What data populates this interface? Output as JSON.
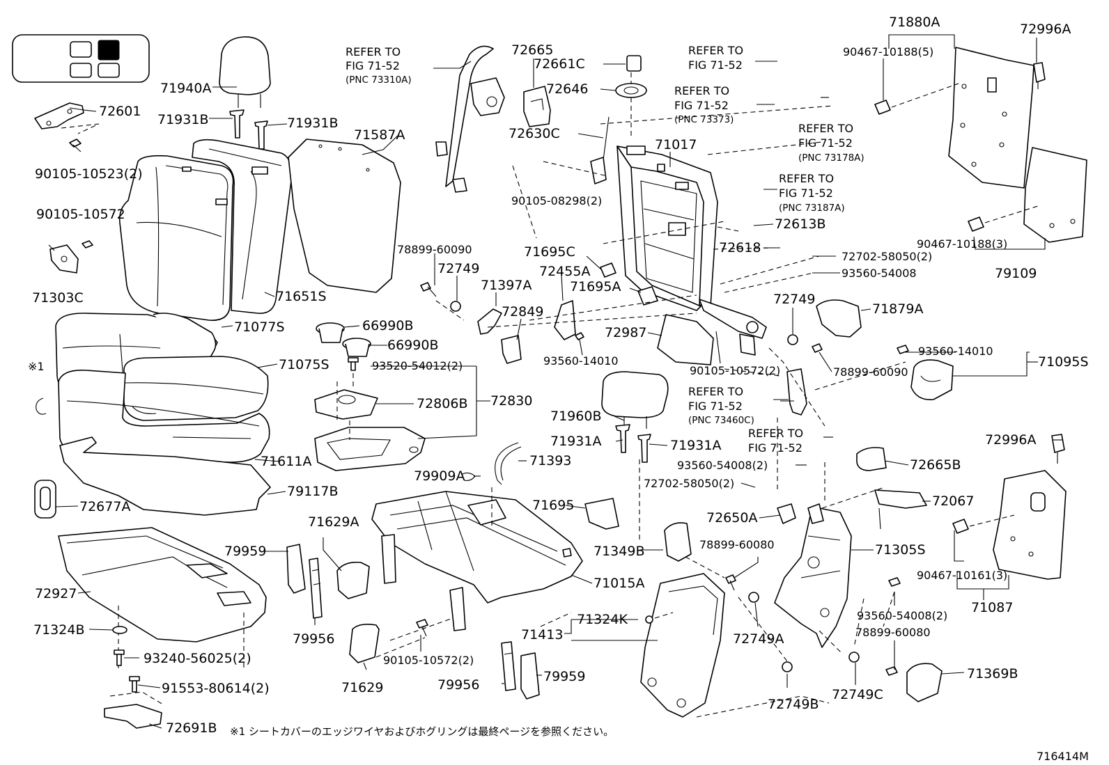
{
  "diagram_code": "716414M",
  "footnote": "※1 シートカバーのエッジワイヤおよびホグリングは最終ページを参照ください。",
  "note_mark": "※1",
  "labels": [
    {
      "id": "71940A",
      "text": "71940A"
    },
    {
      "id": "72601",
      "text": "72601"
    },
    {
      "id": "71931B-l",
      "text": "71931B"
    },
    {
      "id": "71931B-r",
      "text": "71931B"
    },
    {
      "id": "90105-10523",
      "text": "90105-10523(2)"
    },
    {
      "id": "71587A",
      "text": "71587A"
    },
    {
      "id": "90105-10572-a",
      "text": "90105-10572"
    },
    {
      "id": "71303C",
      "text": "71303C"
    },
    {
      "id": "71651S",
      "text": "71651S"
    },
    {
      "id": "71077S",
      "text": "71077S"
    },
    {
      "id": "71075S",
      "text": "71075S"
    },
    {
      "id": "71611A",
      "text": "71611A"
    },
    {
      "id": "79117B",
      "text": "79117B"
    },
    {
      "id": "72677A",
      "text": "72677A"
    },
    {
      "id": "72927",
      "text": "72927"
    },
    {
      "id": "71324B",
      "text": "71324B"
    },
    {
      "id": "93240-56025",
      "text": "93240-56025(2)"
    },
    {
      "id": "91553-80614",
      "text": "91553-80614(2)"
    },
    {
      "id": "72691B",
      "text": "72691B"
    },
    {
      "id": "72665",
      "text": "72665"
    },
    {
      "id": "72661C",
      "text": "72661C"
    },
    {
      "id": "72646",
      "text": "72646"
    },
    {
      "id": "72630C",
      "text": "72630C"
    },
    {
      "id": "90105-08298",
      "text": "90105-08298(2)"
    },
    {
      "id": "71017",
      "text": "71017"
    },
    {
      "id": "72613B",
      "text": "72613B"
    },
    {
      "id": "72618",
      "text": "72618"
    },
    {
      "id": "72702-58050-a",
      "text": "72702-58050(2)"
    },
    {
      "id": "93560-54008-a",
      "text": "93560-54008"
    },
    {
      "id": "71880A",
      "text": "71880A"
    },
    {
      "id": "90467-10188-5",
      "text": "90467-10188(5)"
    },
    {
      "id": "72996A-t",
      "text": "72996A"
    },
    {
      "id": "90467-10188-3",
      "text": "90467-10188(3)"
    },
    {
      "id": "79109",
      "text": "79109"
    },
    {
      "id": "78899-60090-a",
      "text": "78899-60090"
    },
    {
      "id": "72749",
      "text": "72749"
    },
    {
      "id": "71397A",
      "text": "71397A"
    },
    {
      "id": "72849",
      "text": "72849"
    },
    {
      "id": "72455A",
      "text": "72455A"
    },
    {
      "id": "71695C",
      "text": "71695C"
    },
    {
      "id": "71695A",
      "text": "71695A"
    },
    {
      "id": "72987",
      "text": "72987"
    },
    {
      "id": "93560-14010-a",
      "text": "93560-14010"
    },
    {
      "id": "66990B-a",
      "text": "66990B"
    },
    {
      "id": "66990B-b",
      "text": "66990B"
    },
    {
      "id": "93520-54012",
      "text": "93520-54012(2)"
    },
    {
      "id": "72830",
      "text": "72830"
    },
    {
      "id": "72806B",
      "text": "72806B"
    },
    {
      "id": "72749-b",
      "text": "72749"
    },
    {
      "id": "71879A",
      "text": "71879A"
    },
    {
      "id": "90105-10572-b",
      "text": "90105-10572(2)"
    },
    {
      "id": "78899-60090-b",
      "text": "78899-60090"
    },
    {
      "id": "93560-14010-b",
      "text": "93560-14010"
    },
    {
      "id": "71095S",
      "text": "71095S"
    },
    {
      "id": "71960B",
      "text": "71960B"
    },
    {
      "id": "71931A-l",
      "text": "71931A"
    },
    {
      "id": "71931A-r",
      "text": "71931A"
    },
    {
      "id": "71393",
      "text": "71393"
    },
    {
      "id": "79909A",
      "text": "79909A"
    },
    {
      "id": "93560-54008-b",
      "text": "93560-54008(2)"
    },
    {
      "id": "72702-58050-b",
      "text": "72702-58050(2)"
    },
    {
      "id": "72665B",
      "text": "72665B"
    },
    {
      "id": "72067",
      "text": "72067"
    },
    {
      "id": "72996A-b",
      "text": "72996A"
    },
    {
      "id": "71695",
      "text": "71695"
    },
    {
      "id": "72650A",
      "text": "72650A"
    },
    {
      "id": "71629A",
      "text": "71629A"
    },
    {
      "id": "79959-a",
      "text": "79959"
    },
    {
      "id": "79956-a",
      "text": "79956"
    },
    {
      "id": "71015A",
      "text": "71015A"
    },
    {
      "id": "71349B",
      "text": "71349B"
    },
    {
      "id": "78899-60080-a",
      "text": "78899-60080"
    },
    {
      "id": "71305S",
      "text": "71305S"
    },
    {
      "id": "90467-10161",
      "text": "90467-10161(3)"
    },
    {
      "id": "71087",
      "text": "71087"
    },
    {
      "id": "71324K",
      "text": "71324K"
    },
    {
      "id": "71413",
      "text": "71413"
    },
    {
      "id": "72749A",
      "text": "72749A"
    },
    {
      "id": "93560-54008-c",
      "text": "93560-54008(2)"
    },
    {
      "id": "90105-10572-c",
      "text": "90105-10572(2)"
    },
    {
      "id": "71629",
      "text": "71629"
    },
    {
      "id": "79956-b",
      "text": "79956"
    },
    {
      "id": "79959-b",
      "text": "79959"
    },
    {
      "id": "72749B",
      "text": "72749B"
    },
    {
      "id": "72749C",
      "text": "72749C"
    },
    {
      "id": "78899-60080-b",
      "text": "78899-60080"
    },
    {
      "id": "71369B",
      "text": "71369B"
    }
  ],
  "references": [
    {
      "id": "ref-73310A",
      "line1": "REFER TO",
      "line2": "FIG 71-52",
      "line3": "(PNC 73310A)"
    },
    {
      "id": "ref-top",
      "line1": "REFER TO",
      "line2": "FIG 71-52",
      "line3": ""
    },
    {
      "id": "ref-73373",
      "line1": "REFER TO",
      "line2": "FIG 71-52",
      "line3": "(PNC 73373)"
    },
    {
      "id": "ref-73178A",
      "line1": "REFER TO",
      "line2": "FIG 71-52",
      "line3": "(PNC 73178A)"
    },
    {
      "id": "ref-73187A",
      "line1": "REFER TO",
      "line2": "FIG 71-52",
      "line3": "(PNC 73187A)"
    },
    {
      "id": "ref-73460C",
      "line1": "REFER TO",
      "line2": "FIG 71-52",
      "line3": "(PNC 73460C)"
    },
    {
      "id": "ref-bottom",
      "line1": "REFER TO",
      "line2": "FIG 71-52",
      "line3": ""
    }
  ]
}
